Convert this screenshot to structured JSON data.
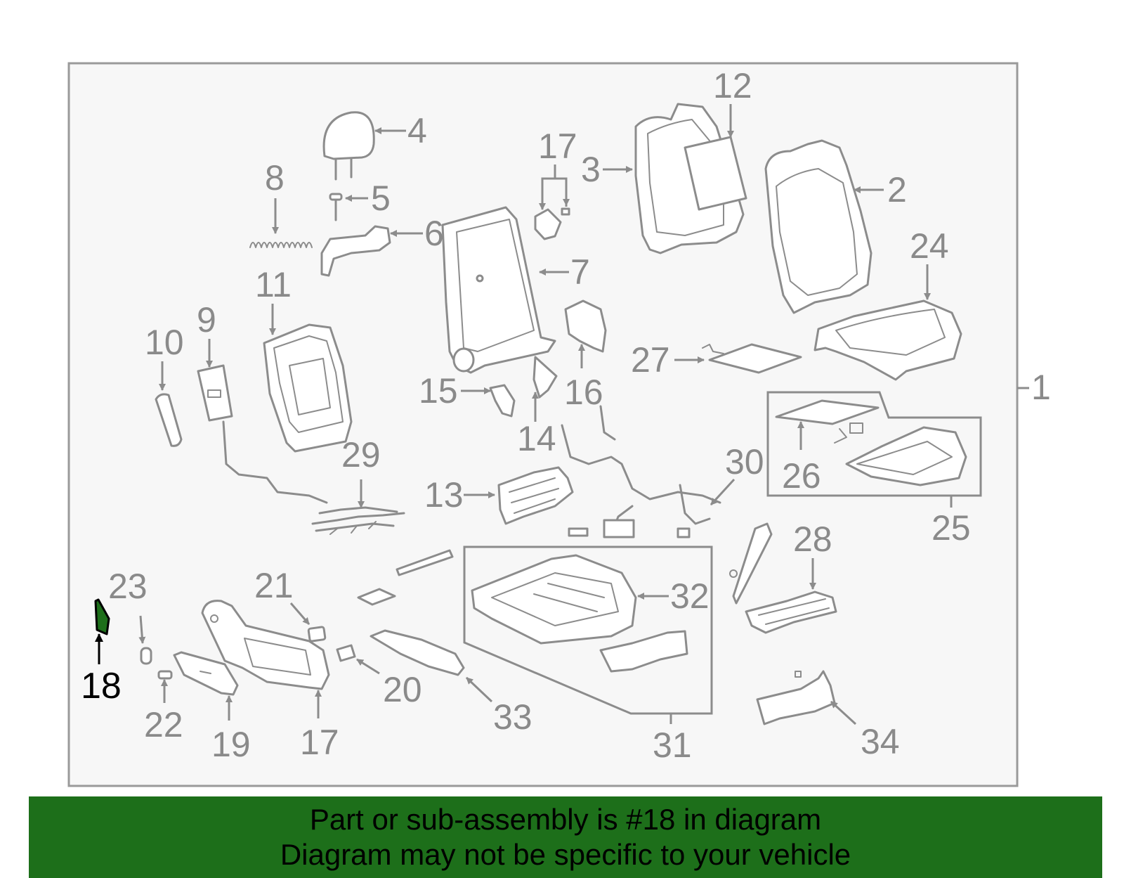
{
  "diagram": {
    "frame_label": "1",
    "labels": {
      "l2": "2",
      "l3": "3",
      "l4": "4",
      "l5": "5",
      "l6": "6",
      "l7": "7",
      "l8": "8",
      "l9": "9",
      "l10": "10",
      "l11": "11",
      "l12": "12",
      "l13": "13",
      "l14": "14",
      "l15": "15",
      "l16": "16",
      "l17a": "17",
      "l17b": "17",
      "l18": "18",
      "l19": "19",
      "l20": "20",
      "l21": "21",
      "l22": "22",
      "l23": "23",
      "l24": "24",
      "l25": "25",
      "l26": "26",
      "l27": "27",
      "l28": "28",
      "l29": "29",
      "l30": "30",
      "l31": "31",
      "l32": "32",
      "l33": "33",
      "l34": "34"
    },
    "highlight_color": "#1d6f1a"
  },
  "footer": {
    "line1": "Part or sub-assembly is #18 in diagram",
    "line2": "Diagram may not be specific to your vehicle",
    "background": "#1d6f1a"
  }
}
